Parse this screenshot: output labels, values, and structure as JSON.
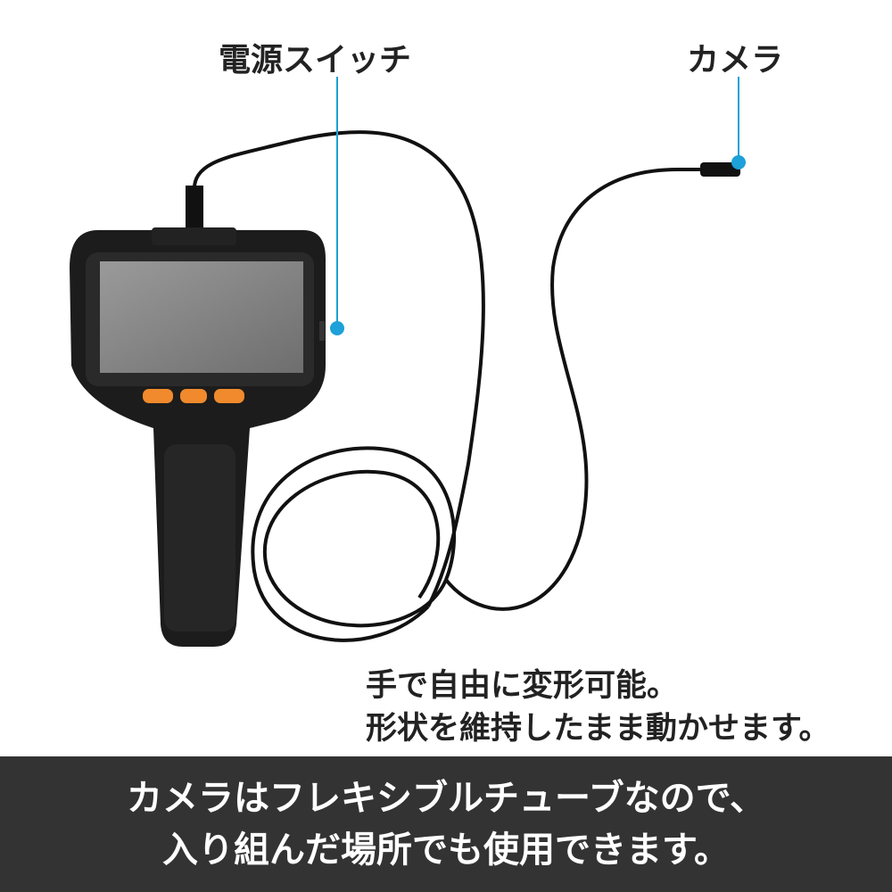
{
  "labels": {
    "power_switch": "電源スイッチ",
    "camera": "カメラ"
  },
  "caption": {
    "line1": "手で自由に変形可能。",
    "line2": "形状を維持したまま動かせます。"
  },
  "banner": {
    "line1": "カメラはフレキシブルチューブなので、",
    "line2": "入り組んだ場所でも使用できます。"
  },
  "colors": {
    "accent": "#1ea0d8",
    "band": "#333333",
    "button": "#f08a2c"
  }
}
